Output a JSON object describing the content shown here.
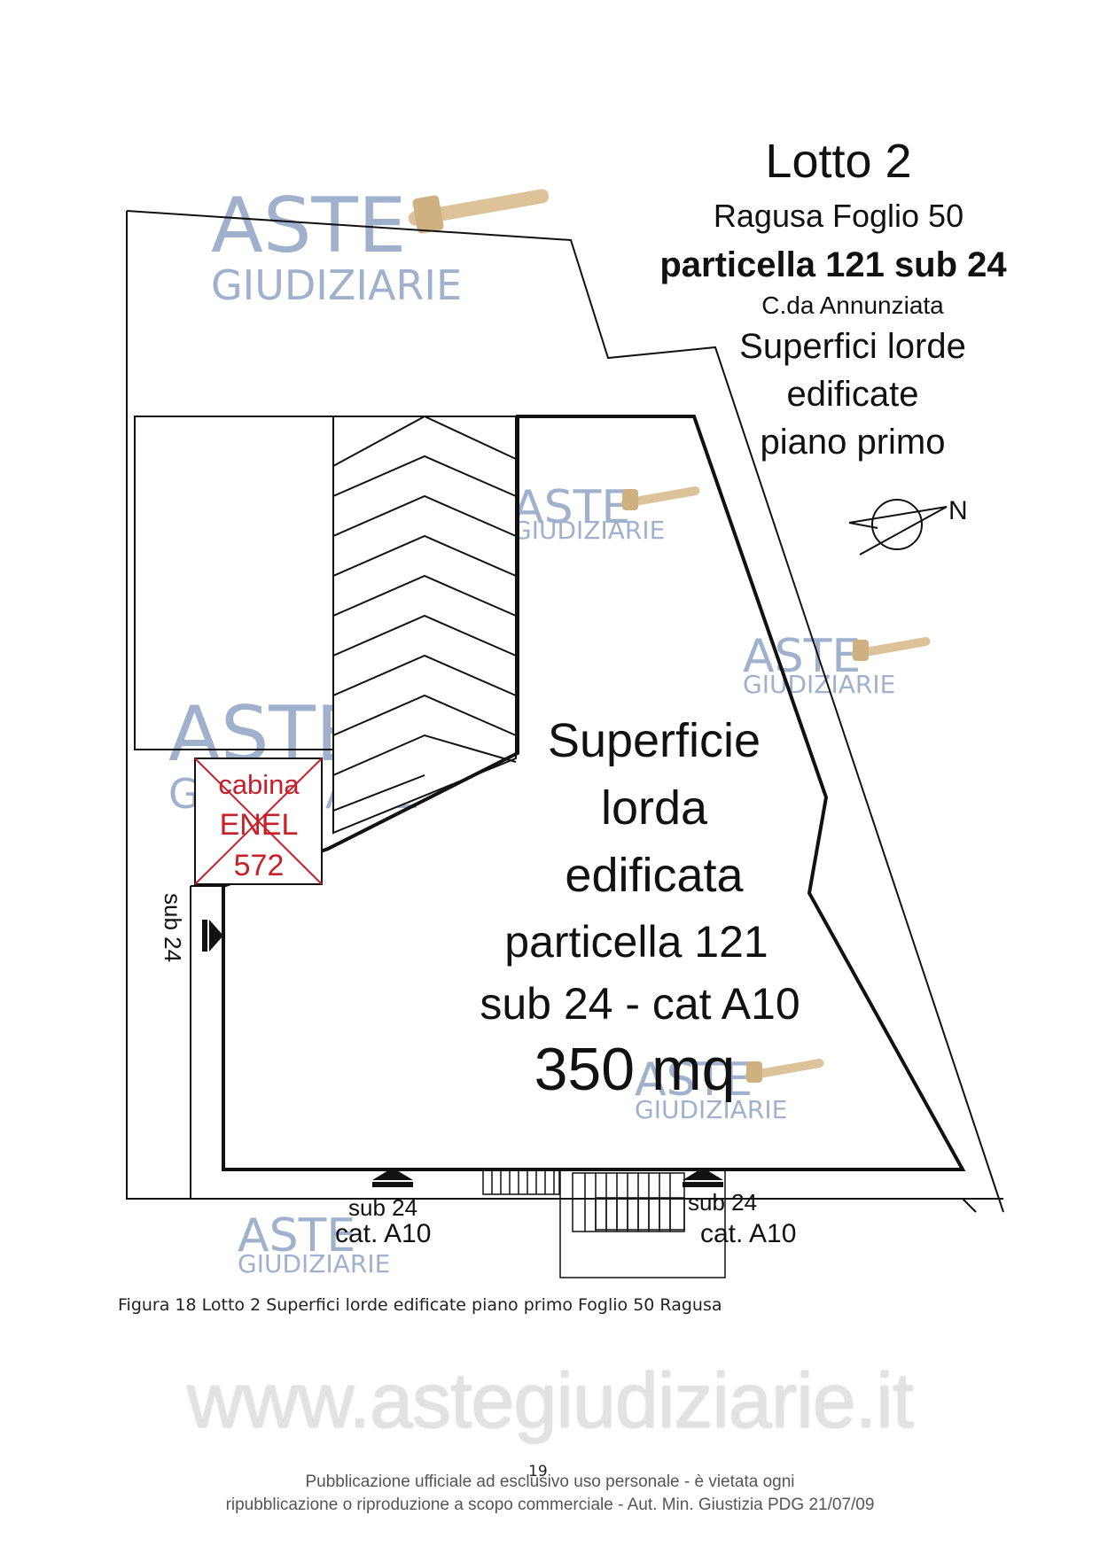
{
  "header": {
    "lotto": "Lotto 2",
    "location": "Ragusa Foglio 50",
    "parcel": "particella 121 sub 24",
    "contrada": "C.da Annunziata",
    "subtitle_line1": "Superfici lorde",
    "subtitle_line2": "edificate",
    "subtitle_line3": "piano primo"
  },
  "plan": {
    "north_label": "N",
    "cabina_line1": "cabina",
    "cabina_line2": "ENEL",
    "cabina_line3": "572",
    "side_label": "sub 24",
    "area_line1": "Superficie",
    "area_line2": "lorda",
    "area_line3": "edificata",
    "area_line4": "particella 121",
    "area_line5": "sub 24 - cat A10",
    "area_value": "350 mq",
    "entrance_left_sub": "sub 24",
    "entrance_left_cat": "cat. A10",
    "entrance_right_sub": "sub 24",
    "entrance_right_cat": "cat. A10"
  },
  "watermark": {
    "aste": "ASTE",
    "giudiziarie": "GIUDIZIARIE"
  },
  "caption": "Figura 18 Lotto 2 Superfici lorde edificate piano primo Foglio 50 Ragusa",
  "footer": {
    "url": "www.astegiudiziarie.it",
    "page_number": "19",
    "disclaimer_line1": "Pubblicazione ufficiale ad esclusivo uso personale - è vietata ogni",
    "disclaimer_line2": "ripubblicazione o riproduzione a scopo commerciale - Aut. Min. Giustizia PDG 21/07/09"
  },
  "colors": {
    "cabina_red": "#c8202a",
    "watermark_blue": "#9fb1cc",
    "gavel_tan": "#d9bf94"
  }
}
